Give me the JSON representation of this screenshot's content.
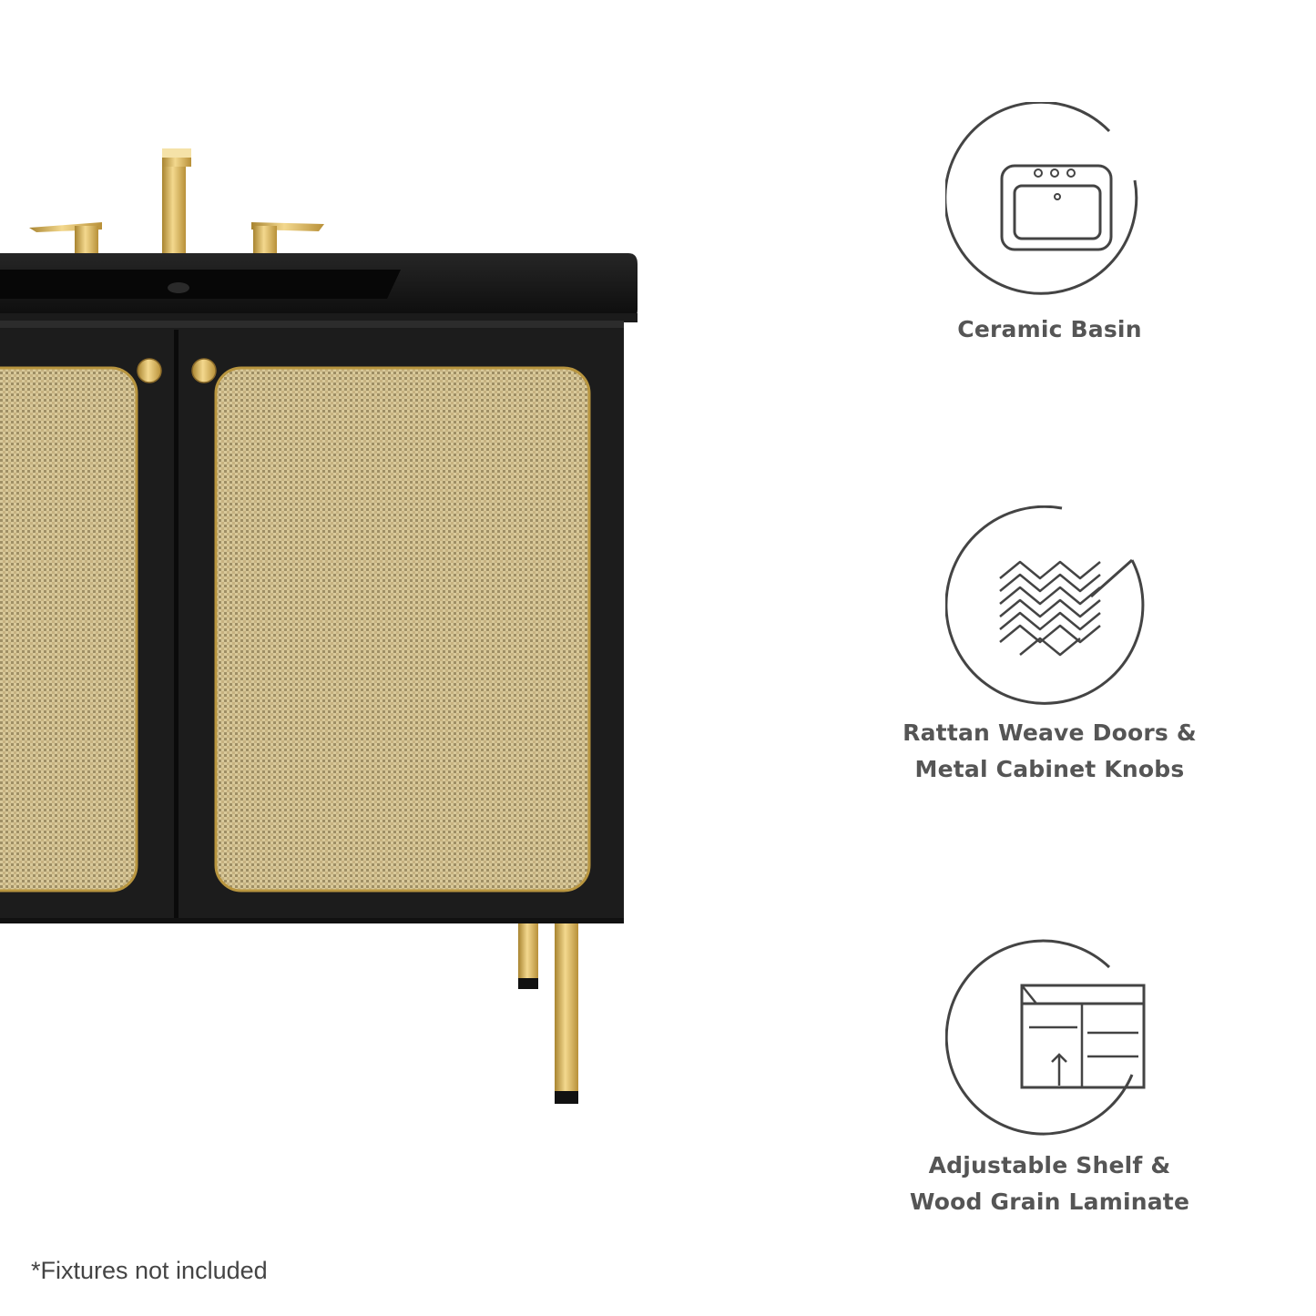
{
  "features": [
    {
      "icon": "ceramic-basin-icon",
      "lines": [
        "Ceramic Basin"
      ]
    },
    {
      "icon": "rattan-weave-icon",
      "lines": [
        "Rattan Weave Doors &",
        "Metal Cabinet Knobs"
      ]
    },
    {
      "icon": "adjustable-shelf-icon",
      "lines": [
        "Adjustable Shelf &",
        "Wood Grain Laminate"
      ]
    }
  ],
  "footnote": "*Fixtures not included",
  "colors": {
    "cabinet": "#1c1c1c",
    "countertop": "#111111",
    "rattan": "#d6c594",
    "gold": "#d8b25a",
    "icon_stroke": "#444444",
    "label_text": "#555555"
  }
}
